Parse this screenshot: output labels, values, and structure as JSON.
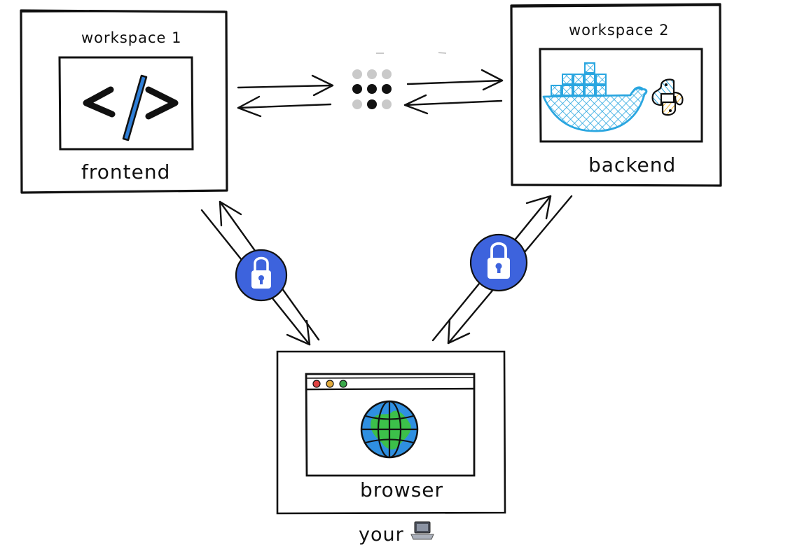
{
  "diagram": {
    "workspace1": {
      "title": "workspace 1",
      "label": "frontend",
      "icon": "code-brackets-icon"
    },
    "workspace2": {
      "title": "workspace 2",
      "label": "backend",
      "icons": [
        "docker-whale-icon",
        "python-icon"
      ]
    },
    "browser": {
      "label": "browser",
      "icon": "globe-icon",
      "window_dots": [
        "#e04343",
        "#e0a93a",
        "#3aa84a"
      ]
    },
    "device": {
      "label": "your",
      "icon": "laptop-icon"
    },
    "hub": {
      "icon": "dot-grid-icon"
    },
    "secure_link_icon": "lock-icon"
  },
  "colors": {
    "accent_blue": "#3d63dd",
    "ink": "#111111",
    "docker_blue": "#2aa6e0",
    "code_slash_blue": "#2f7fd8",
    "globe_green": "#3cc04a",
    "python_yellow": "#f2b431"
  }
}
